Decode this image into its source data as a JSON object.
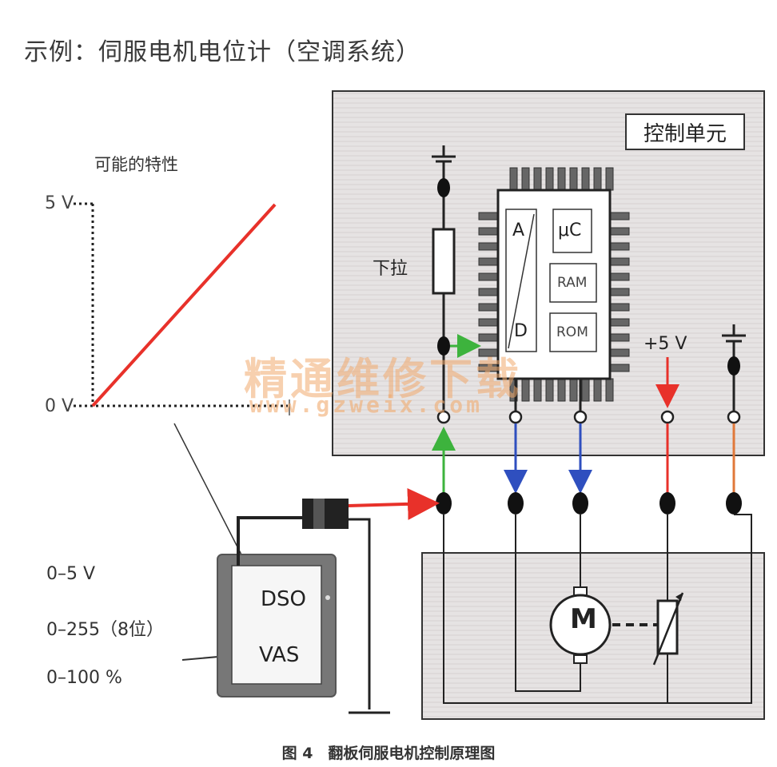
{
  "title": "示例：伺服电机电位计（空调系统）",
  "characteristic_label": "可能的特性",
  "axis": {
    "top_label": "5 V",
    "bottom_label": "0 V"
  },
  "pull_down_label": "下拉",
  "control_unit_label": "控制单元",
  "plus5v_label": "+5 V",
  "chip": {
    "ad_a": "A",
    "ad_d": "D",
    "uc": "μC",
    "ram": "RAM",
    "rom": "ROM"
  },
  "ranges": [
    "0–5 V",
    "0–255（8位）",
    "0–100 %"
  ],
  "tester": {
    "dso": "DSO",
    "vas": "VAS"
  },
  "motor_label": "M",
  "watermark": {
    "cn": "精通维修下载",
    "url": "www.gzweix.com"
  },
  "caption": "图 4　翻板伺服电机控制原理图",
  "colors": {
    "red": "#e8312a",
    "green": "#3db33d",
    "blue": "#2f4fbf",
    "orange": "#e0783a",
    "panel": "#e2dede"
  }
}
